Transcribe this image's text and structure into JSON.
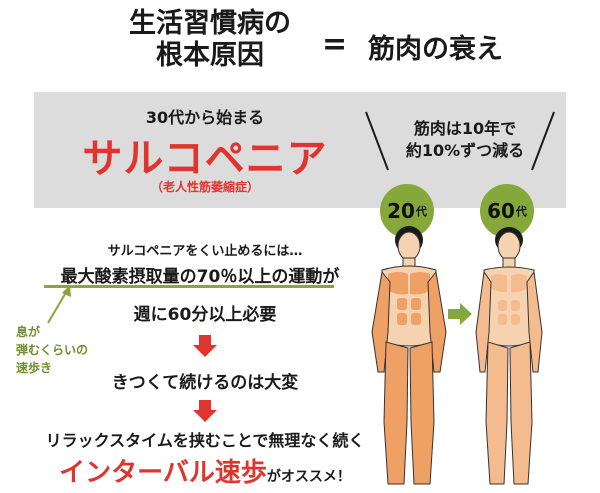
{
  "header": {
    "title_line1": "生活習慣病の",
    "title_line2": "根本原因",
    "equals": "=",
    "result": "筋肉の衰え"
  },
  "sarcopenia": {
    "intro": "30代から始まる",
    "name": "サルコペニア",
    "note": "（老人性筋萎縮症）",
    "decline_line1": "筋肉は10年で",
    "decline_line2": "約10%ずつ減る"
  },
  "ages": [
    {
      "num": "20",
      "unit": "代"
    },
    {
      "num": "60",
      "unit": "代"
    }
  ],
  "flow": {
    "lead": "サルコペニアをくい止めるには…",
    "goal": "最大酸素摂取量の70％以上の運動が",
    "weekly": "週に60分以上必要",
    "hard": "きつくて続けるのは大変",
    "interval_desc": "リラックスタイムを挟むことで無理なく続く",
    "interval_name": "インターバル速歩",
    "interval_rec": "がオススメ！"
  },
  "side_note": {
    "line1": "息が",
    "line2": "弾むくらいの",
    "line3": "速歩き"
  },
  "colors": {
    "accent_red": "#e0342f",
    "accent_green": "#86a83a",
    "band_grey": "#dcdcdc",
    "skin": "#f6d3b0",
    "muscle": "#efa065"
  }
}
